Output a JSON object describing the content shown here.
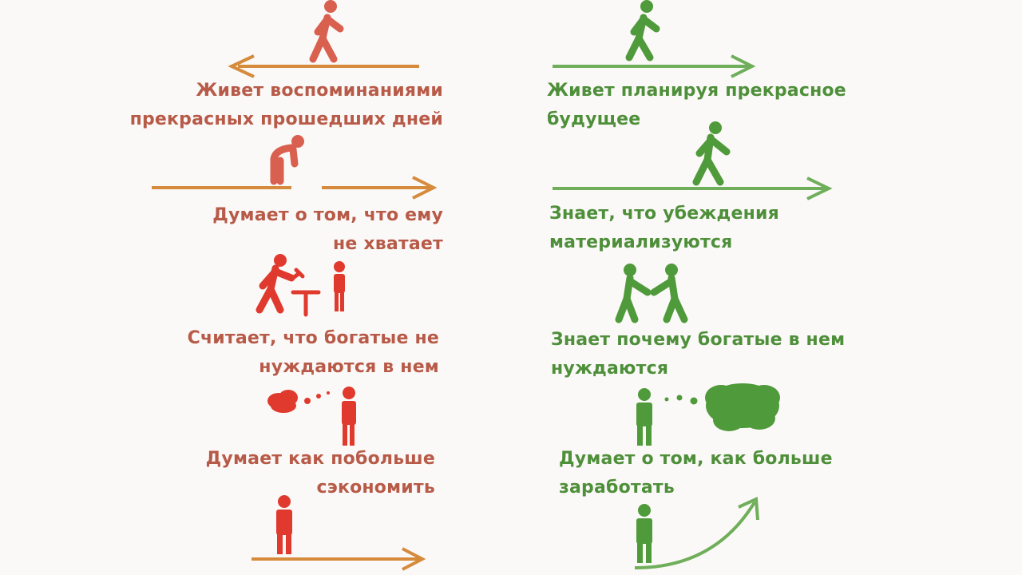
{
  "colors": {
    "left_text": "#b85a48",
    "right_text": "#4e8f3a",
    "left_figure": "#d95f4f",
    "left_figure_red": "#e03a2e",
    "right_figure": "#4f9a3a",
    "arrow_orange": "#d68a3c",
    "arrow_green": "#6fae5a",
    "background": "#fbf9f7"
  },
  "left": [
    {
      "line1": "Живет воспоминаниями",
      "line2": "прекрасных прошедших дней",
      "icon": "walking-left-figure"
    },
    {
      "line1": "Думает о том, что ему",
      "line2": "не хватает",
      "icon": "bent-over-figure"
    },
    {
      "line1": "Считает, что богатые не",
      "line2": "нуждаются в нем",
      "icon": "working-figure"
    },
    {
      "line1": "Думает как побольше",
      "line2": "сэкономить",
      "icon": "small-thought-figure"
    },
    {
      "icon": "standing-figure-flat-arrow"
    }
  ],
  "right": [
    {
      "line1": "Живет планируя прекрасное",
      "line2": "будущее",
      "icon": "walking-right-figure"
    },
    {
      "line1": "Знает, что убеждения",
      "line2": "материализуются",
      "icon": "walking-forward-figure"
    },
    {
      "line1": "Знает почему богатые в нем",
      "line2": "нуждаются",
      "icon": "handshake-figures"
    },
    {
      "line1": "Думает о том, как больше",
      "line2": "заработать",
      "icon": "big-thought-figure"
    },
    {
      "icon": "standing-figure-rising-arrow"
    }
  ]
}
